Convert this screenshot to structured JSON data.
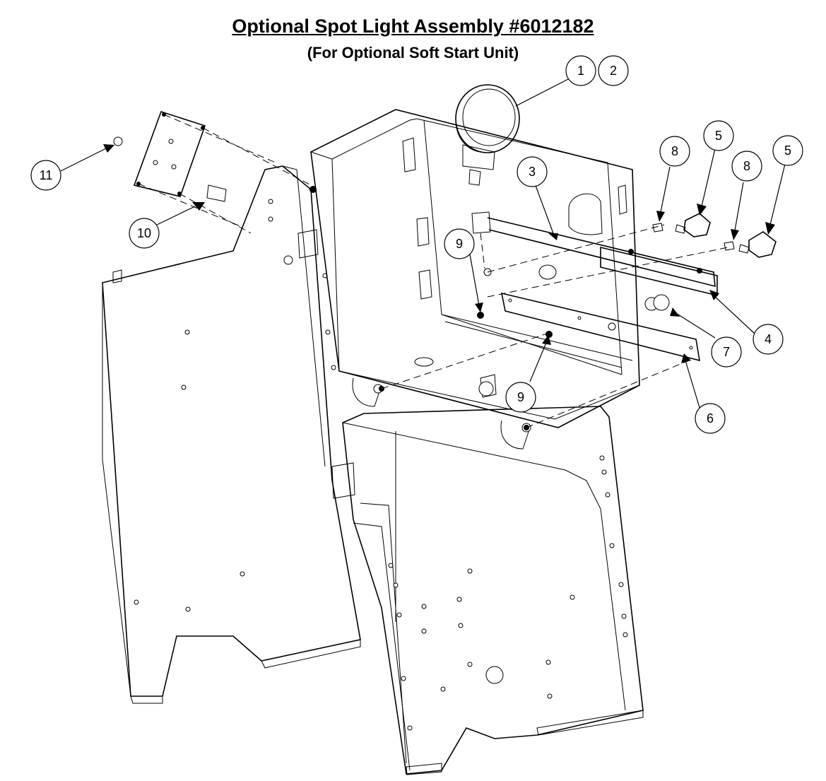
{
  "title": "Optional Spot Light Assembly #6012182",
  "subtitle": "(For Optional Soft Start Unit)",
  "callouts": [
    {
      "label": "1"
    },
    {
      "label": "2"
    },
    {
      "label": "3"
    },
    {
      "label": "4"
    },
    {
      "label": "5"
    },
    {
      "label": "5"
    },
    {
      "label": "6"
    },
    {
      "label": "7"
    },
    {
      "label": "8"
    },
    {
      "label": "8"
    },
    {
      "label": "9"
    },
    {
      "label": "9"
    },
    {
      "label": "10"
    },
    {
      "label": "11"
    }
  ]
}
